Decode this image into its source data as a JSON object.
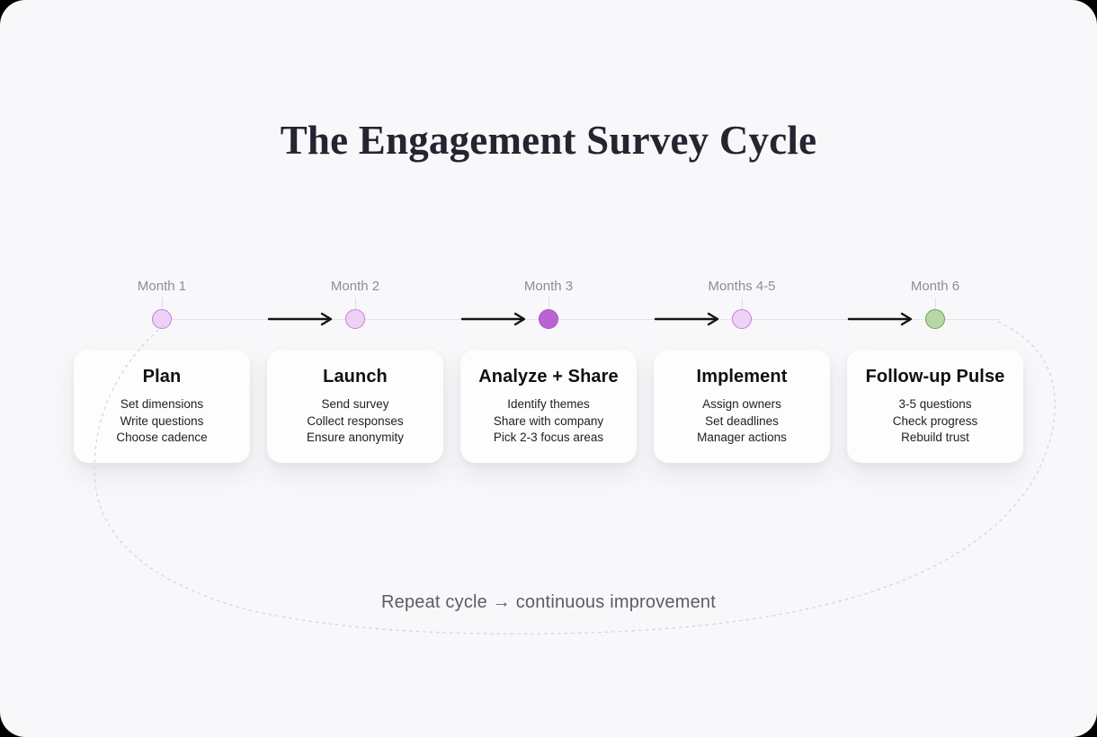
{
  "page": {
    "title": "The Engagement Survey Cycle"
  },
  "stages": [
    {
      "month": "Month 1",
      "title": "Plan",
      "items": [
        "Set dimensions",
        "Write questions",
        "Choose cadence"
      ],
      "dot": "light-purple"
    },
    {
      "month": "Month 2",
      "title": "Launch",
      "items": [
        "Send survey",
        "Collect responses",
        "Ensure anonymity"
      ],
      "dot": "light-purple"
    },
    {
      "month": "Month 3",
      "title": "Analyze + Share",
      "items": [
        "Identify themes",
        "Share with company",
        "Pick 2-3 focus areas"
      ],
      "dot": "solid-purple"
    },
    {
      "month": "Months 4-5",
      "title": "Implement",
      "items": [
        "Assign owners",
        "Set deadlines",
        "Manager actions"
      ],
      "dot": "light-purple"
    },
    {
      "month": "Month 6",
      "title": "Follow-up Pulse",
      "items": [
        "3-5 questions",
        "Check progress",
        "Rebuild trust"
      ],
      "dot": "green"
    }
  ],
  "footer": {
    "label": "Repeat cycle → continuous improvement"
  },
  "colors": {
    "canvas-bg": "#f8f8fa",
    "card-bg": "#fdfdfe",
    "title-color": "#282331",
    "month-label-color": "#8e8e93",
    "card-title-color": "#101014",
    "card-item-color": "#1f1f23",
    "footer-color": "#5c5c63",
    "timeline-line-color": "#e4e4e8",
    "tick-color": "#dedee2",
    "dashed-curve-color": "#d3d3d9",
    "arrow-color": "#141414",
    "dot-light-fill": "#eed1f6",
    "dot-light-border": "#c77fd9",
    "dot-solid-fill": "#bb63d1",
    "dot-solid-border": "#ad52c4",
    "dot-green-fill": "#b5d8a6",
    "dot-green-border": "#6ba15a"
  }
}
